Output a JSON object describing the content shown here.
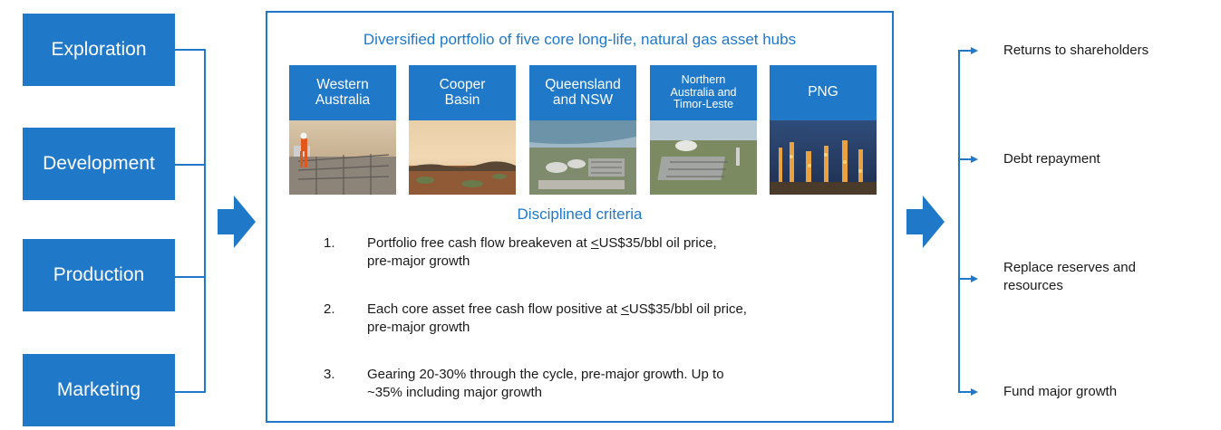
{
  "stages": [
    "Exploration",
    "Development",
    "Production",
    "Marketing"
  ],
  "panel": {
    "title": "Diversified portfolio of five core long-life, natural gas asset hubs",
    "hubs": [
      {
        "label": "Western Australia",
        "lines": [
          "Western",
          "Australia"
        ],
        "scene": "gas-plant-worker"
      },
      {
        "label": "Cooper Basin",
        "lines": [
          "Cooper",
          "Basin"
        ],
        "scene": "outback-sunset"
      },
      {
        "label": "Queensland and NSW",
        "lines": [
          "Queensland",
          "and NSW"
        ],
        "scene": "coastal-lng-plant"
      },
      {
        "label": "Northern Australia and Timor-Leste",
        "lines": [
          "Northern",
          "Australia and",
          "Timor-Leste"
        ],
        "scene": "lng-facility"
      },
      {
        "label": "PNG",
        "lines": [
          "PNG"
        ],
        "scene": "lng-plant-night"
      }
    ],
    "criteria_title": "Disciplined criteria",
    "criteria": [
      {
        "num": "1.",
        "pre": "Portfolio free cash flow breakeven at ",
        "le": "<",
        "post": "US$35/bbl oil price,",
        "line2": "pre-major growth"
      },
      {
        "num": "2.",
        "pre": "Each core asset free cash flow positive at ",
        "le": "<",
        "post": "US$35/bbl oil price,",
        "line2": "pre-major growth"
      },
      {
        "num": "3.",
        "pre": "Gearing 20-30% through the cycle, pre-major growth. Up to",
        "le": "",
        "post": "",
        "line2": "~35% including major growth"
      }
    ]
  },
  "outcomes": [
    [
      "Returns to shareholders"
    ],
    [
      "Debt repayment"
    ],
    [
      "Replace reserves and",
      "resources"
    ],
    [
      "Fund major growth"
    ]
  ],
  "colors": {
    "brand_blue": "#1f78c8"
  }
}
